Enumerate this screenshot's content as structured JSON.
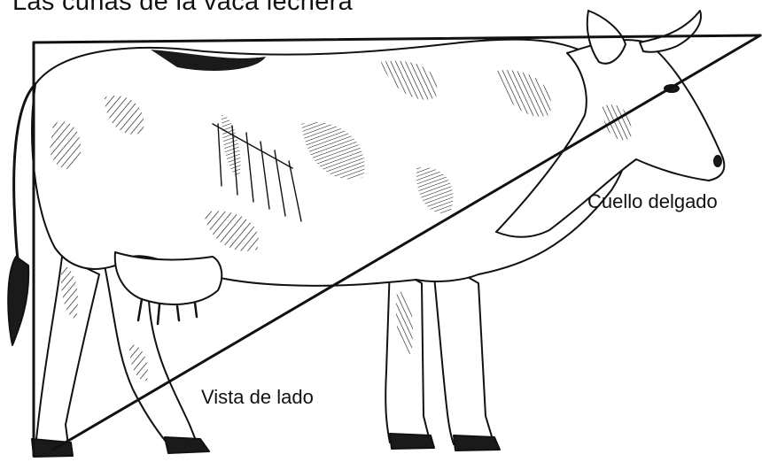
{
  "figure": {
    "title": "Las cuñas de la vaca lechera",
    "subject": "cow-illustration",
    "labels": {
      "neck": "Cuello delgado",
      "side_view": "Vista de lado"
    },
    "colors": {
      "ink": "#111111",
      "background": "#ffffff"
    }
  }
}
